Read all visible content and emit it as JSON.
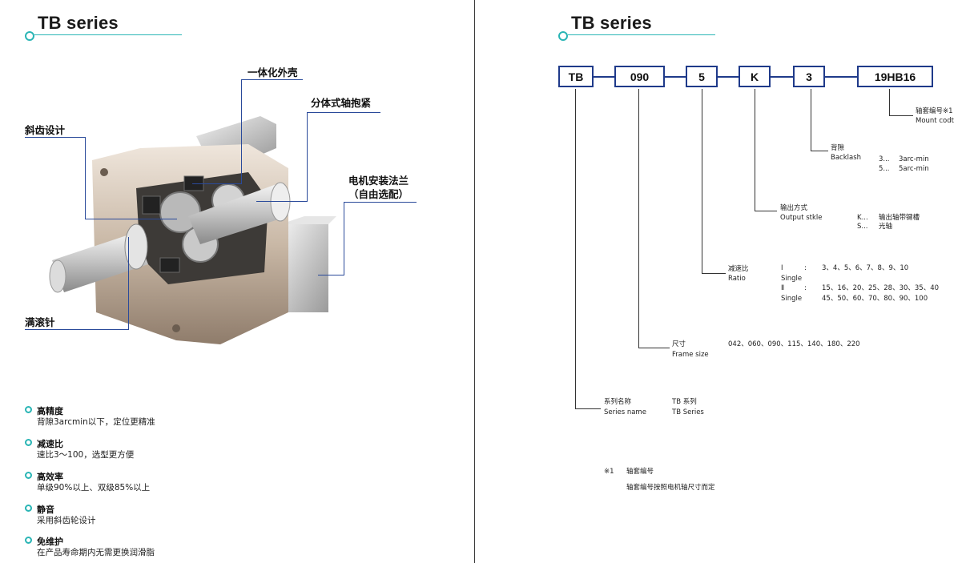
{
  "left_page": {
    "title": "TB series",
    "callouts": {
      "housing": "一体化外壳",
      "split_clamp": "分体式轴抱紧",
      "helical_gear": "斜齿设计",
      "motor_flange_line1": "电机安装法兰",
      "motor_flange_line2": "（自由选配）",
      "needle_roller": "满滚针"
    },
    "features": [
      {
        "heading": "高精度",
        "text": "背隙3arcmin以下，定位更精准"
      },
      {
        "heading": "减速比",
        "text": "速比3～100，选型更方便"
      },
      {
        "heading": "高效率",
        "text": "单级90%以上、双级85%以上"
      },
      {
        "heading": "静音",
        "text": "采用斜齿轮设计"
      },
      {
        "heading": "免维护",
        "text": "在产品寿命期内无需更换润滑脂"
      }
    ]
  },
  "right_page": {
    "title": "TB series",
    "code_boxes": [
      "TB",
      "090",
      "5",
      "K",
      "3",
      "19HB16"
    ],
    "mount_code": {
      "label_cn": "轴套编号※1",
      "label_en": "Mount codt"
    },
    "backlash": {
      "label_cn": "背隙",
      "label_en": "Backlash",
      "options": [
        {
          "code": "3...",
          "value": "3arc-min"
        },
        {
          "code": "5...",
          "value": "5arc-min"
        }
      ]
    },
    "output_style": {
      "label_cn": "输出方式",
      "label_en": "Output stkle",
      "options": [
        {
          "code": "K...",
          "value": "输出轴带键槽"
        },
        {
          "code": "S...",
          "value": "光轴"
        }
      ]
    },
    "ratio": {
      "label_cn": "减速比",
      "label_en": "Ratio",
      "rows": [
        {
          "stage": "Ⅰ",
          "sep": ":",
          "values": "3、4、5、6、7、8、9、10"
        },
        {
          "stage": "Single",
          "sep": "",
          "values": ""
        },
        {
          "stage": "Ⅱ",
          "sep": ":",
          "values": "15、16、20、25、28、30、35、40"
        },
        {
          "stage": "Single",
          "sep": "",
          "values": "45、50、60、70、80、90、100"
        }
      ]
    },
    "frame_size": {
      "label_cn": "尺寸",
      "label_en": "Frame size",
      "values": "042、060、090、115、140、180、220"
    },
    "series_name": {
      "label_cn": "系列名称",
      "label_en": "Series name",
      "value_cn": "TB 系列",
      "value_en": "TB Series"
    },
    "note": {
      "mark": "※1",
      "title": "轴套编号",
      "text": "轴套编号按照电机轴尺寸而定"
    }
  },
  "colors": {
    "accent_teal": "#2ab5b5",
    "box_blue": "#1f3a8a",
    "leader_blue": "#2a4a9a"
  }
}
